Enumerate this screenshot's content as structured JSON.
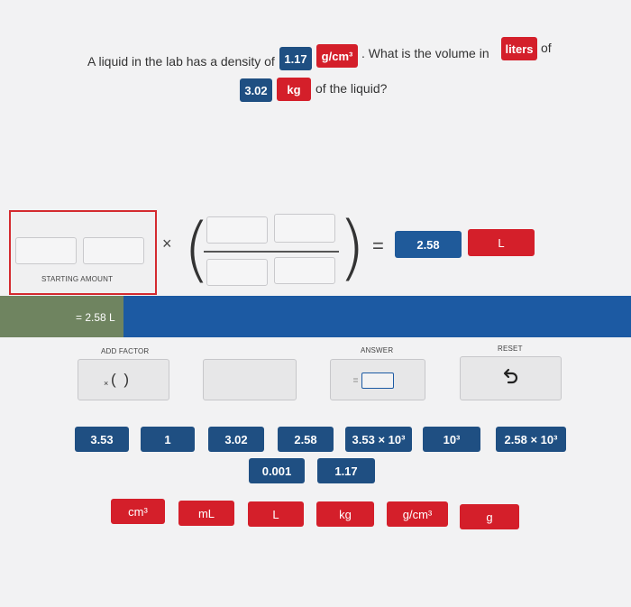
{
  "question": {
    "part1": "A liquid in the lab has a density of",
    "density_value": "1.17",
    "density_unit": "g/cm³",
    "part2": ". What is the volume in",
    "target_unit": "liters",
    "part3": "of",
    "mass_value": "3.02",
    "mass_unit": "kg",
    "part4": "of the liquid?"
  },
  "workspace": {
    "starting_amount_label": "STARTING AMOUNT",
    "times_symbol": "×",
    "equals_symbol": "=",
    "answer_value": "2.58",
    "answer_unit": "L",
    "result_text": "= 2.58 L"
  },
  "controls": {
    "add_factor_label": "ADD FACTOR",
    "add_factor_button": "( )",
    "add_factor_times": "×",
    "answer_label": "ANSWER",
    "reset_label": "RESET",
    "reset_symbol": "↺"
  },
  "number_tiles_row1": [
    "3.53",
    "1",
    "3.02",
    "2.58",
    "3.53 × 10³",
    "10³",
    "2.58 × 10³"
  ],
  "number_tiles_row2": [
    "0.001",
    "1.17"
  ],
  "unit_tiles": [
    "cm³",
    "mL",
    "L",
    "kg",
    "g/cm³",
    "g"
  ],
  "colors": {
    "blue_tile": "#1f4f82",
    "red_tile": "#d41f2a",
    "band_blue": "#1c5aa3",
    "band_green": "#6f8460"
  }
}
